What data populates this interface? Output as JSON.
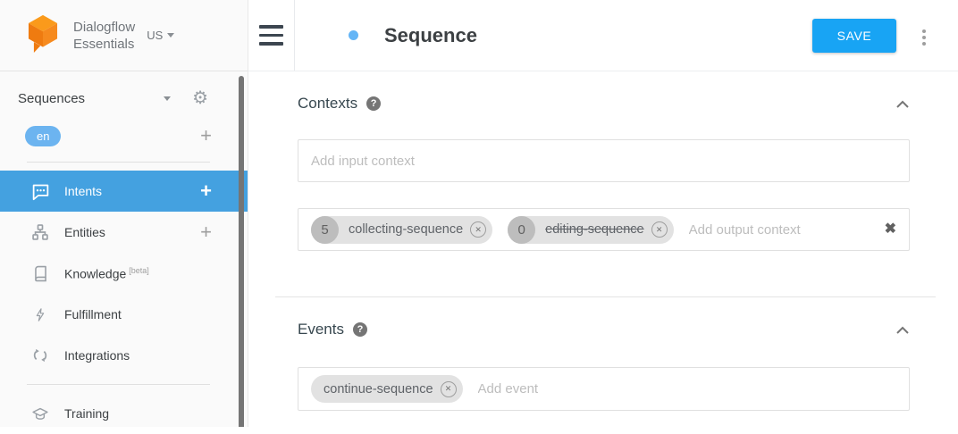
{
  "brand": {
    "line1": "Dialogflow",
    "line2": "Essentials",
    "region": "US"
  },
  "sidebar": {
    "agent_name": "Sequences",
    "language": "en",
    "items": [
      {
        "label": "Intents",
        "active": true,
        "has_add": true
      },
      {
        "label": "Entities",
        "active": false,
        "has_add": true
      },
      {
        "label": "Knowledge",
        "badge": "[beta]",
        "active": false
      },
      {
        "label": "Fulfillment",
        "active": false
      },
      {
        "label": "Integrations",
        "active": false
      },
      {
        "label": "Training",
        "active": false
      }
    ]
  },
  "header": {
    "title": "Sequence",
    "save_label": "SAVE"
  },
  "contexts": {
    "heading": "Contexts",
    "input_placeholder": "Add input context",
    "output_placeholder": "Add output context",
    "output_chips": [
      {
        "lifespan": "5",
        "label": "collecting-sequence",
        "strikethrough": false
      },
      {
        "lifespan": "0",
        "label": "editing-sequence",
        "strikethrough": true
      }
    ]
  },
  "events": {
    "heading": "Events",
    "placeholder": "Add event",
    "chips": [
      {
        "label": "continue-sequence"
      }
    ]
  },
  "icons": {
    "help_glyph": "?",
    "plus_glyph": "+",
    "gear_glyph": "⚙",
    "remove_glyph": "✕",
    "clear_glyph": "✖"
  },
  "colors": {
    "active_item_blue": "#44a1e0",
    "save_button_blue": "#18a4f4",
    "language_pill_blue": "#6cb4f0",
    "title_dot_blue": "#64b5f6",
    "logo_orange": "#f4801f"
  }
}
